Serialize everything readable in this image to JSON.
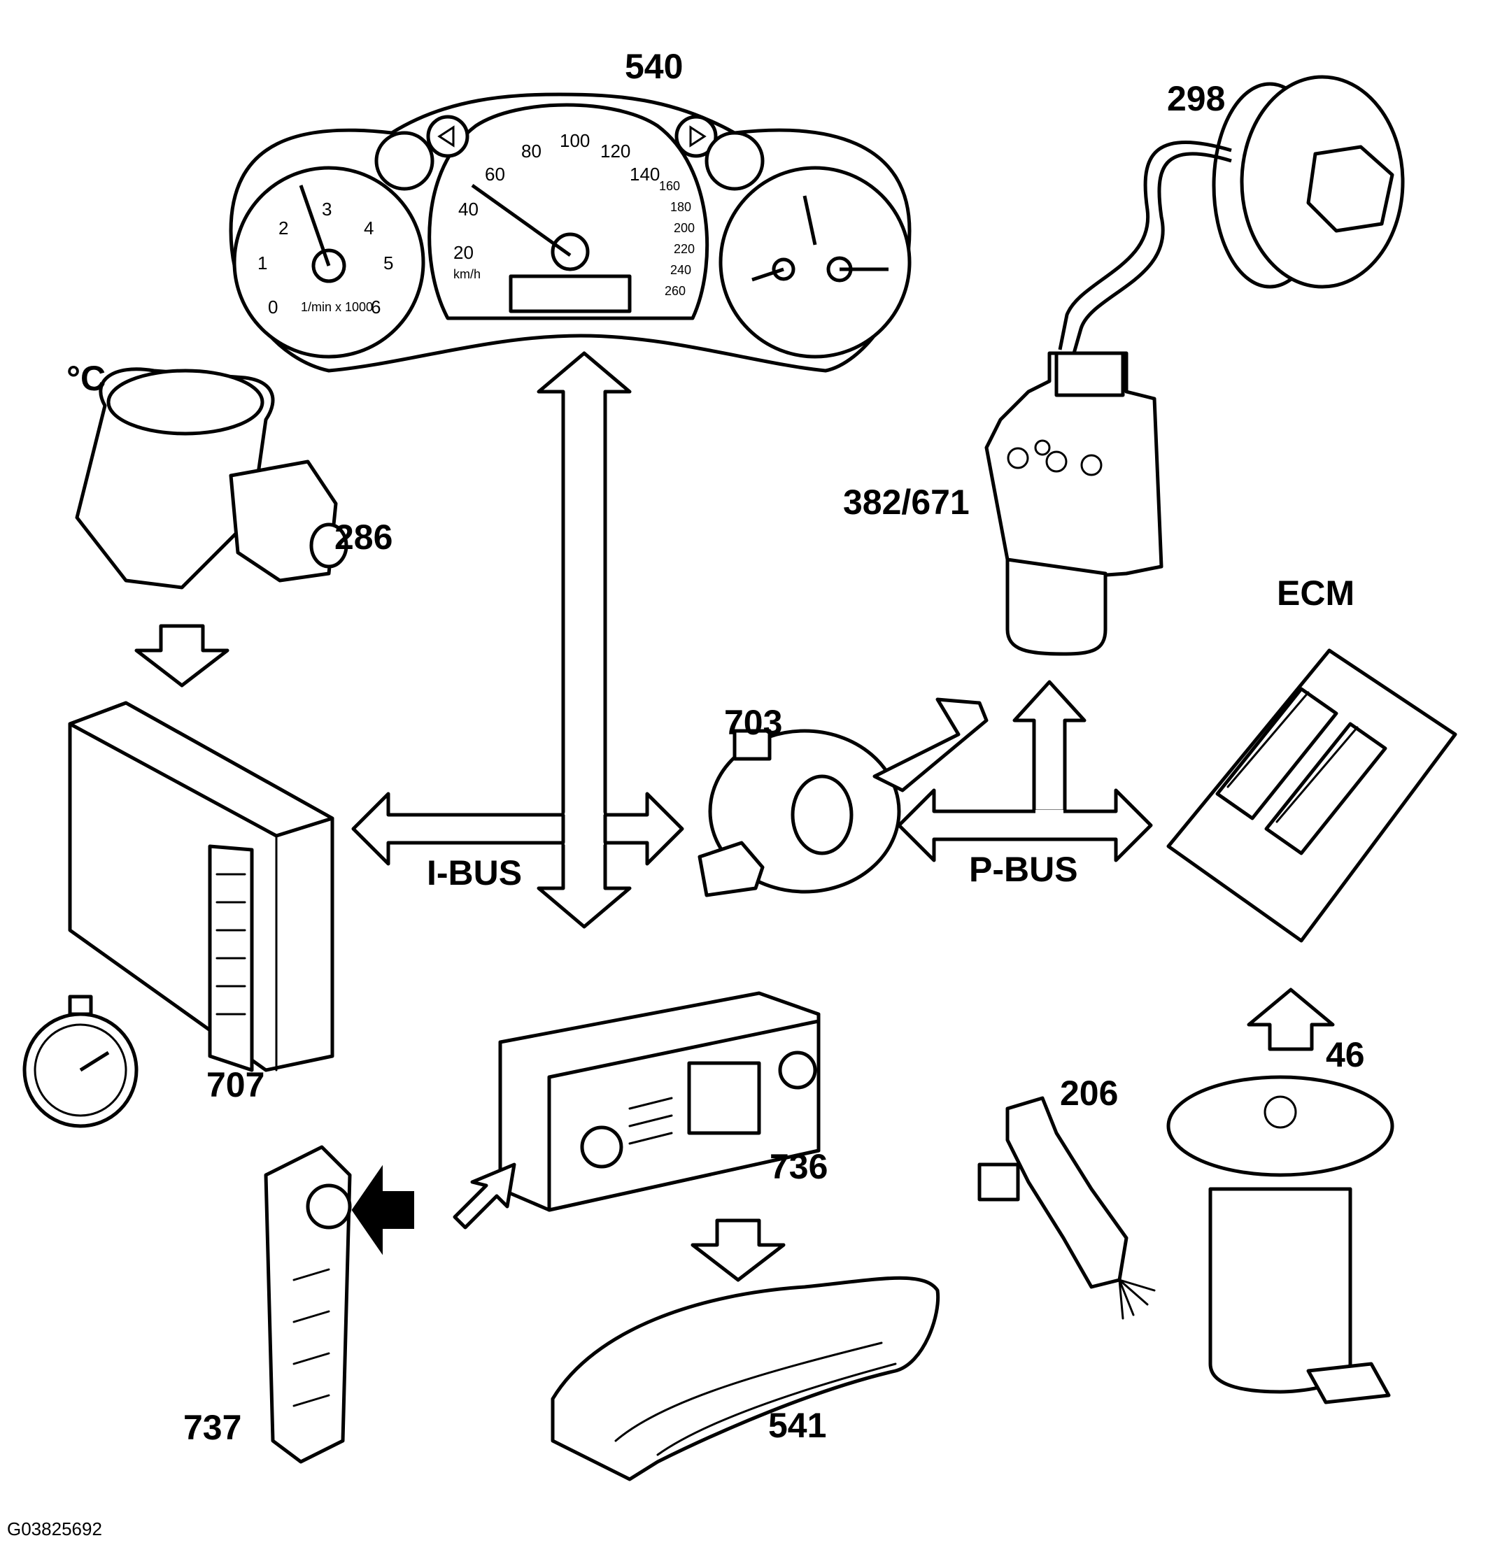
{
  "labels": {
    "instrument_cluster": "540",
    "wheel_speed_sensor": "298",
    "abs_unit": "382/671",
    "ecm": "ECM",
    "temp_symbol": "°C",
    "air_mass_meter": "286",
    "steering_switch": "703",
    "control_module": "707",
    "infotainment_unit": "736",
    "fuel_pump": "46",
    "injector": "206",
    "switch_module": "737",
    "display_unit": "541",
    "figure_id": "G03825692"
  },
  "bus": {
    "i_bus": "I-BUS",
    "p_bus": "P-BUS"
  },
  "cluster": {
    "speed_ticks": [
      "20",
      "40",
      "60",
      "80",
      "100",
      "120",
      "140",
      "160",
      "180",
      "200",
      "220",
      "240",
      "260"
    ],
    "speed_unit": "km/h",
    "rpm_ticks": [
      "0",
      "1",
      "2",
      "3",
      "4",
      "5",
      "6"
    ],
    "rpm_unit": "1/min x 1000"
  }
}
